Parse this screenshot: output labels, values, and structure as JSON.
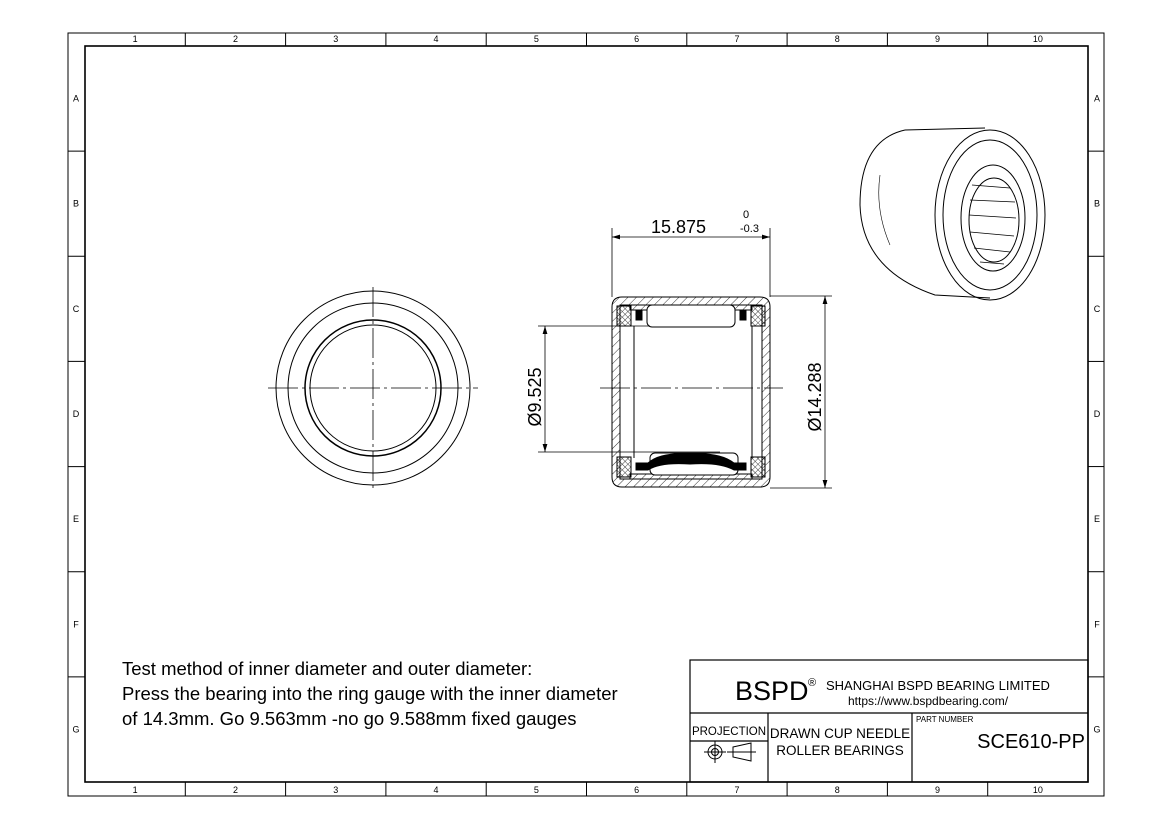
{
  "border": {
    "columns": [
      "1",
      "2",
      "3",
      "4",
      "5",
      "6",
      "7",
      "8",
      "9",
      "10"
    ],
    "rows": [
      "A",
      "B",
      "C",
      "D",
      "E",
      "F",
      "G"
    ]
  },
  "dimensions": {
    "width": "15.875",
    "width_upper_tol": "0",
    "width_lower_tol": "-0.3",
    "inner_diameter": "Ø9.525",
    "outer_diameter": "Ø14.288"
  },
  "notes": [
    "Test method of inner diameter and outer diameter:",
    "Press the bearing into the ring gauge with the inner diameter",
    "of 14.3mm.   Go 9.563mm -no go 9.588mm fixed gauges"
  ],
  "title_block": {
    "brand": "BSPD",
    "registered": "®",
    "company": "SHANGHAI BSPD BEARING LIMITED",
    "website": "https://www.bspdbearing.com/",
    "projection_label": "PROJECTION",
    "description_line1": "DRAWN CUP NEEDLE",
    "description_line2": "ROLLER BEARINGS",
    "part_number_label": "PART NUMBER",
    "part_number": "SCE610-PP"
  }
}
